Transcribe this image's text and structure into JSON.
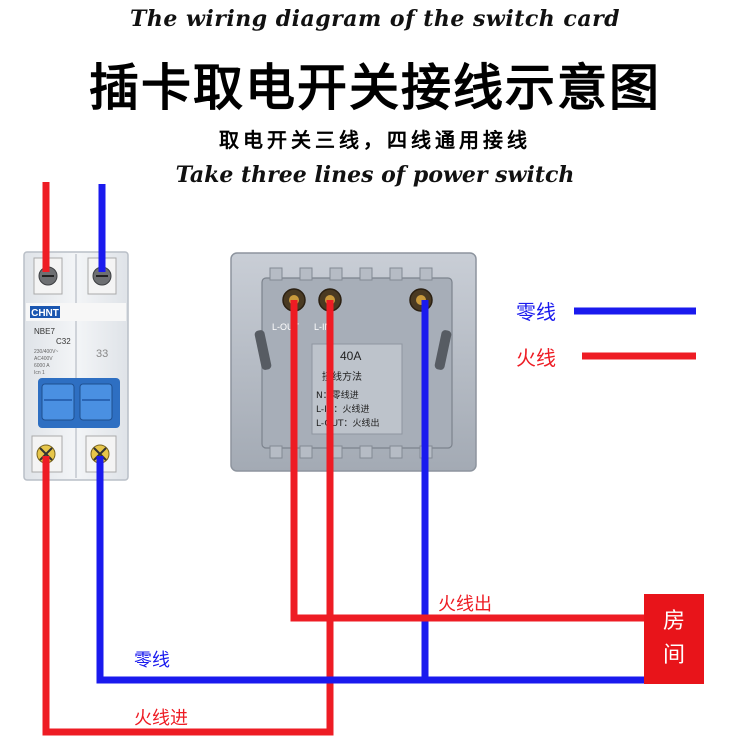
{
  "header": {
    "title_en": "The wiring diagram of the switch card",
    "title_cn": "插卡取电开关接线示意图",
    "subtitle_cn": "取电开关三线，四线通用接线",
    "subtitle_en": "Take three lines of power switch"
  },
  "breaker": {
    "brand": "CHNT",
    "model": "NBE7",
    "rating": "C32",
    "pole_mark": "33",
    "fine_print": [
      "230/400V~",
      "AC400V",
      "6000 A",
      "Icn 1"
    ]
  },
  "switch_box": {
    "rating": "40A",
    "terminal_labels": [
      "L-OUT",
      "L-IN"
    ],
    "label_title": "接线方法",
    "label_lines": [
      "N：零线进",
      "L-IN：火线进",
      "L-OUT：火线出"
    ]
  },
  "legend": {
    "neutral_label": "零线",
    "live_label": "火线"
  },
  "wire_labels": {
    "live_out": "火线出",
    "neutral": "零线",
    "live_in": "火线进"
  },
  "room": {
    "line1": "房",
    "line2": "间"
  },
  "colors": {
    "live": "#ee1c24",
    "neutral": "#1a1aee",
    "room_box": "#e8141a",
    "breaker_body": "#e9ecef",
    "breaker_toggle": "#3b82d6",
    "switch_plate": "#aeb5bf"
  }
}
